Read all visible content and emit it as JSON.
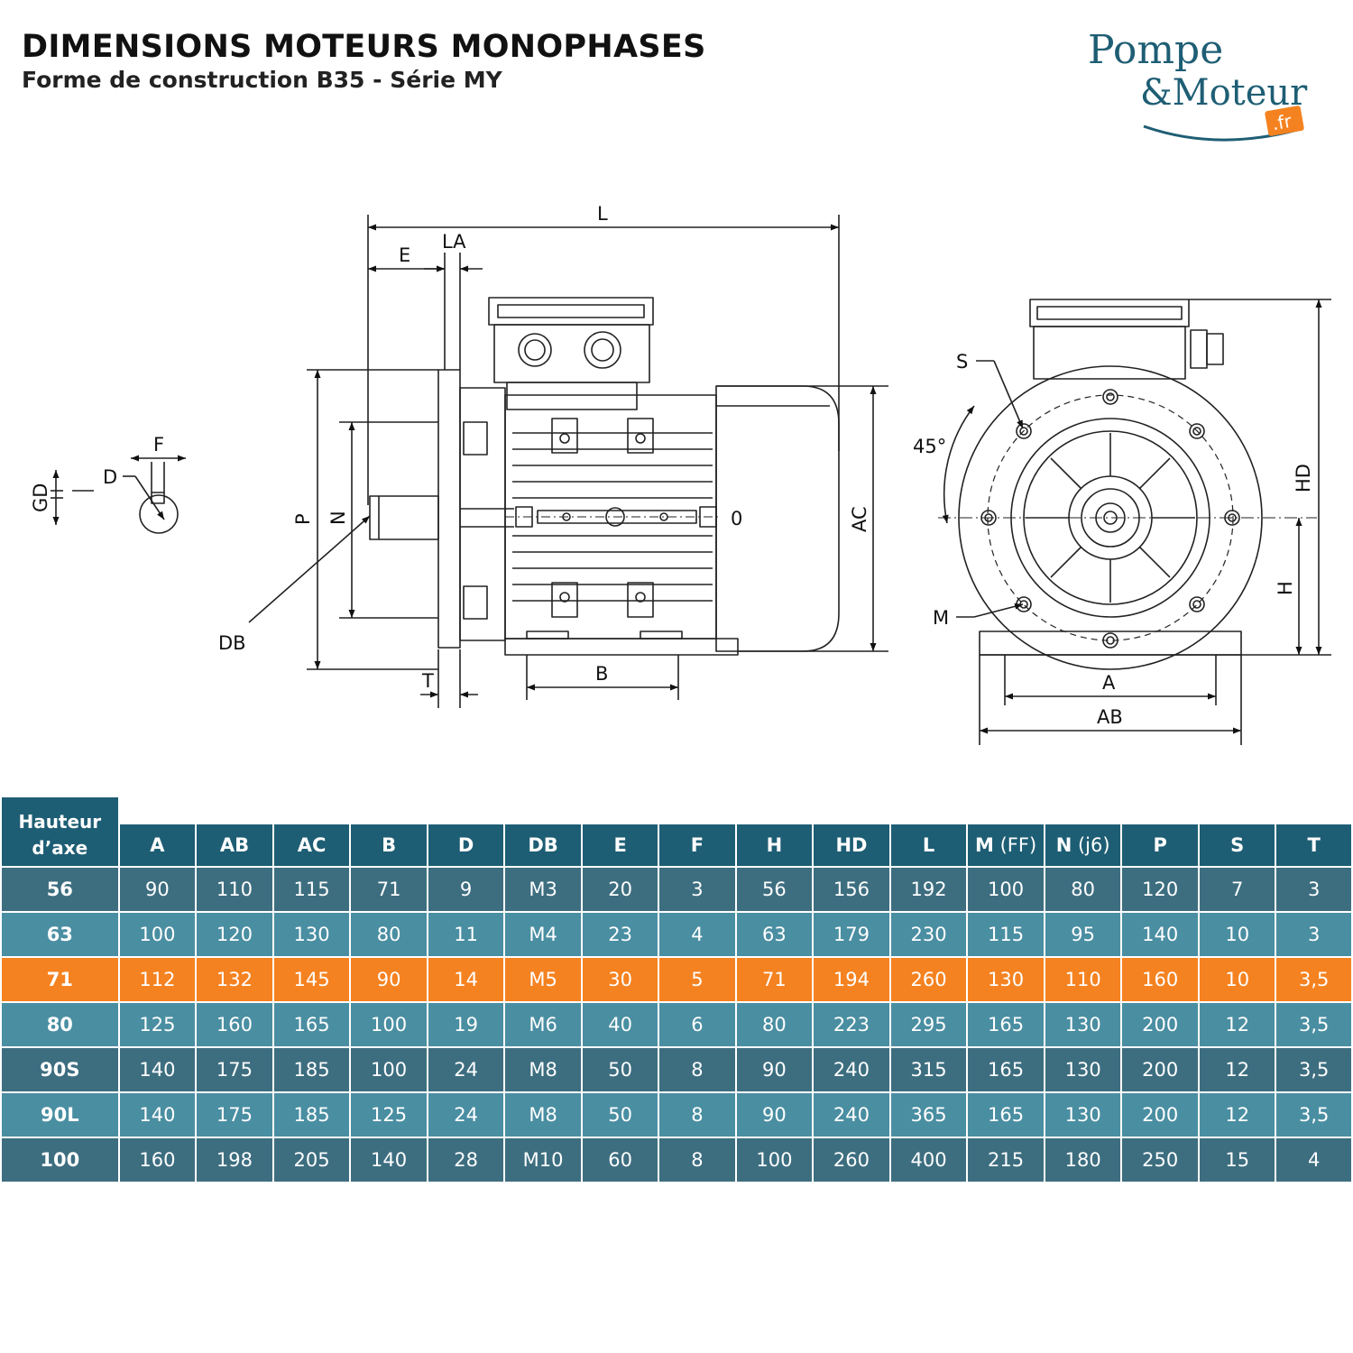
{
  "header": {
    "title": "DIMENSIONS MOTEURS MONOPHASES",
    "subtitle": "Forme de construction B35 - Série MY"
  },
  "logo": {
    "line1": "Pompe",
    "line2": "&Moteur",
    "tld": ".fr",
    "colors": {
      "text": "#1e5e74",
      "tld_bg": "#f58220"
    }
  },
  "drawing": {
    "labels": {
      "L": "L",
      "E": "E",
      "LA": "LA",
      "F": "F",
      "D": "D",
      "GD": "GD",
      "P": "P",
      "N": "N",
      "DB": "DB",
      "T": "T",
      "B": "B",
      "O": "0",
      "AC": "AC",
      "S": "S",
      "angle": "45°",
      "M": "M",
      "HD": "HD",
      "H": "H",
      "A": "A",
      "AB": "AB"
    }
  },
  "table": {
    "corner_header": [
      "Hauteur",
      "d’axe"
    ],
    "columns": [
      {
        "label": "A",
        "unit": ""
      },
      {
        "label": "AB",
        "unit": ""
      },
      {
        "label": "AC",
        "unit": ""
      },
      {
        "label": "B",
        "unit": ""
      },
      {
        "label": "D",
        "unit": ""
      },
      {
        "label": "DB",
        "unit": ""
      },
      {
        "label": "E",
        "unit": ""
      },
      {
        "label": "F",
        "unit": ""
      },
      {
        "label": "H",
        "unit": ""
      },
      {
        "label": "HD",
        "unit": ""
      },
      {
        "label": "L",
        "unit": ""
      },
      {
        "label": "M",
        "unit": " (FF)"
      },
      {
        "label": "N",
        "unit": " (j6)"
      },
      {
        "label": "P",
        "unit": ""
      },
      {
        "label": "S",
        "unit": ""
      },
      {
        "label": "T",
        "unit": ""
      }
    ],
    "highlight_row": "71",
    "colors": {
      "header": "#1e5e74",
      "row_dark": "#3d6e80",
      "row_light": "#4a8ea2",
      "highlight": "#f58220"
    },
    "rows": [
      [
        "56",
        "90",
        "110",
        "115",
        "71",
        "9",
        "M3",
        "20",
        "3",
        "56",
        "156",
        "192",
        "100",
        "80",
        "120",
        "7",
        "3"
      ],
      [
        "63",
        "100",
        "120",
        "130",
        "80",
        "11",
        "M4",
        "23",
        "4",
        "63",
        "179",
        "230",
        "115",
        "95",
        "140",
        "10",
        "3"
      ],
      [
        "71",
        "112",
        "132",
        "145",
        "90",
        "14",
        "M5",
        "30",
        "5",
        "71",
        "194",
        "260",
        "130",
        "110",
        "160",
        "10",
        "3,5"
      ],
      [
        "80",
        "125",
        "160",
        "165",
        "100",
        "19",
        "M6",
        "40",
        "6",
        "80",
        "223",
        "295",
        "165",
        "130",
        "200",
        "12",
        "3,5"
      ],
      [
        "90S",
        "140",
        "175",
        "185",
        "100",
        "24",
        "M8",
        "50",
        "8",
        "90",
        "240",
        "315",
        "165",
        "130",
        "200",
        "12",
        "3,5"
      ],
      [
        "90L",
        "140",
        "175",
        "185",
        "125",
        "24",
        "M8",
        "50",
        "8",
        "90",
        "240",
        "365",
        "165",
        "130",
        "200",
        "12",
        "3,5"
      ],
      [
        "100",
        "160",
        "198",
        "205",
        "140",
        "28",
        "M10",
        "60",
        "8",
        "100",
        "260",
        "400",
        "215",
        "180",
        "250",
        "15",
        "4"
      ]
    ]
  }
}
